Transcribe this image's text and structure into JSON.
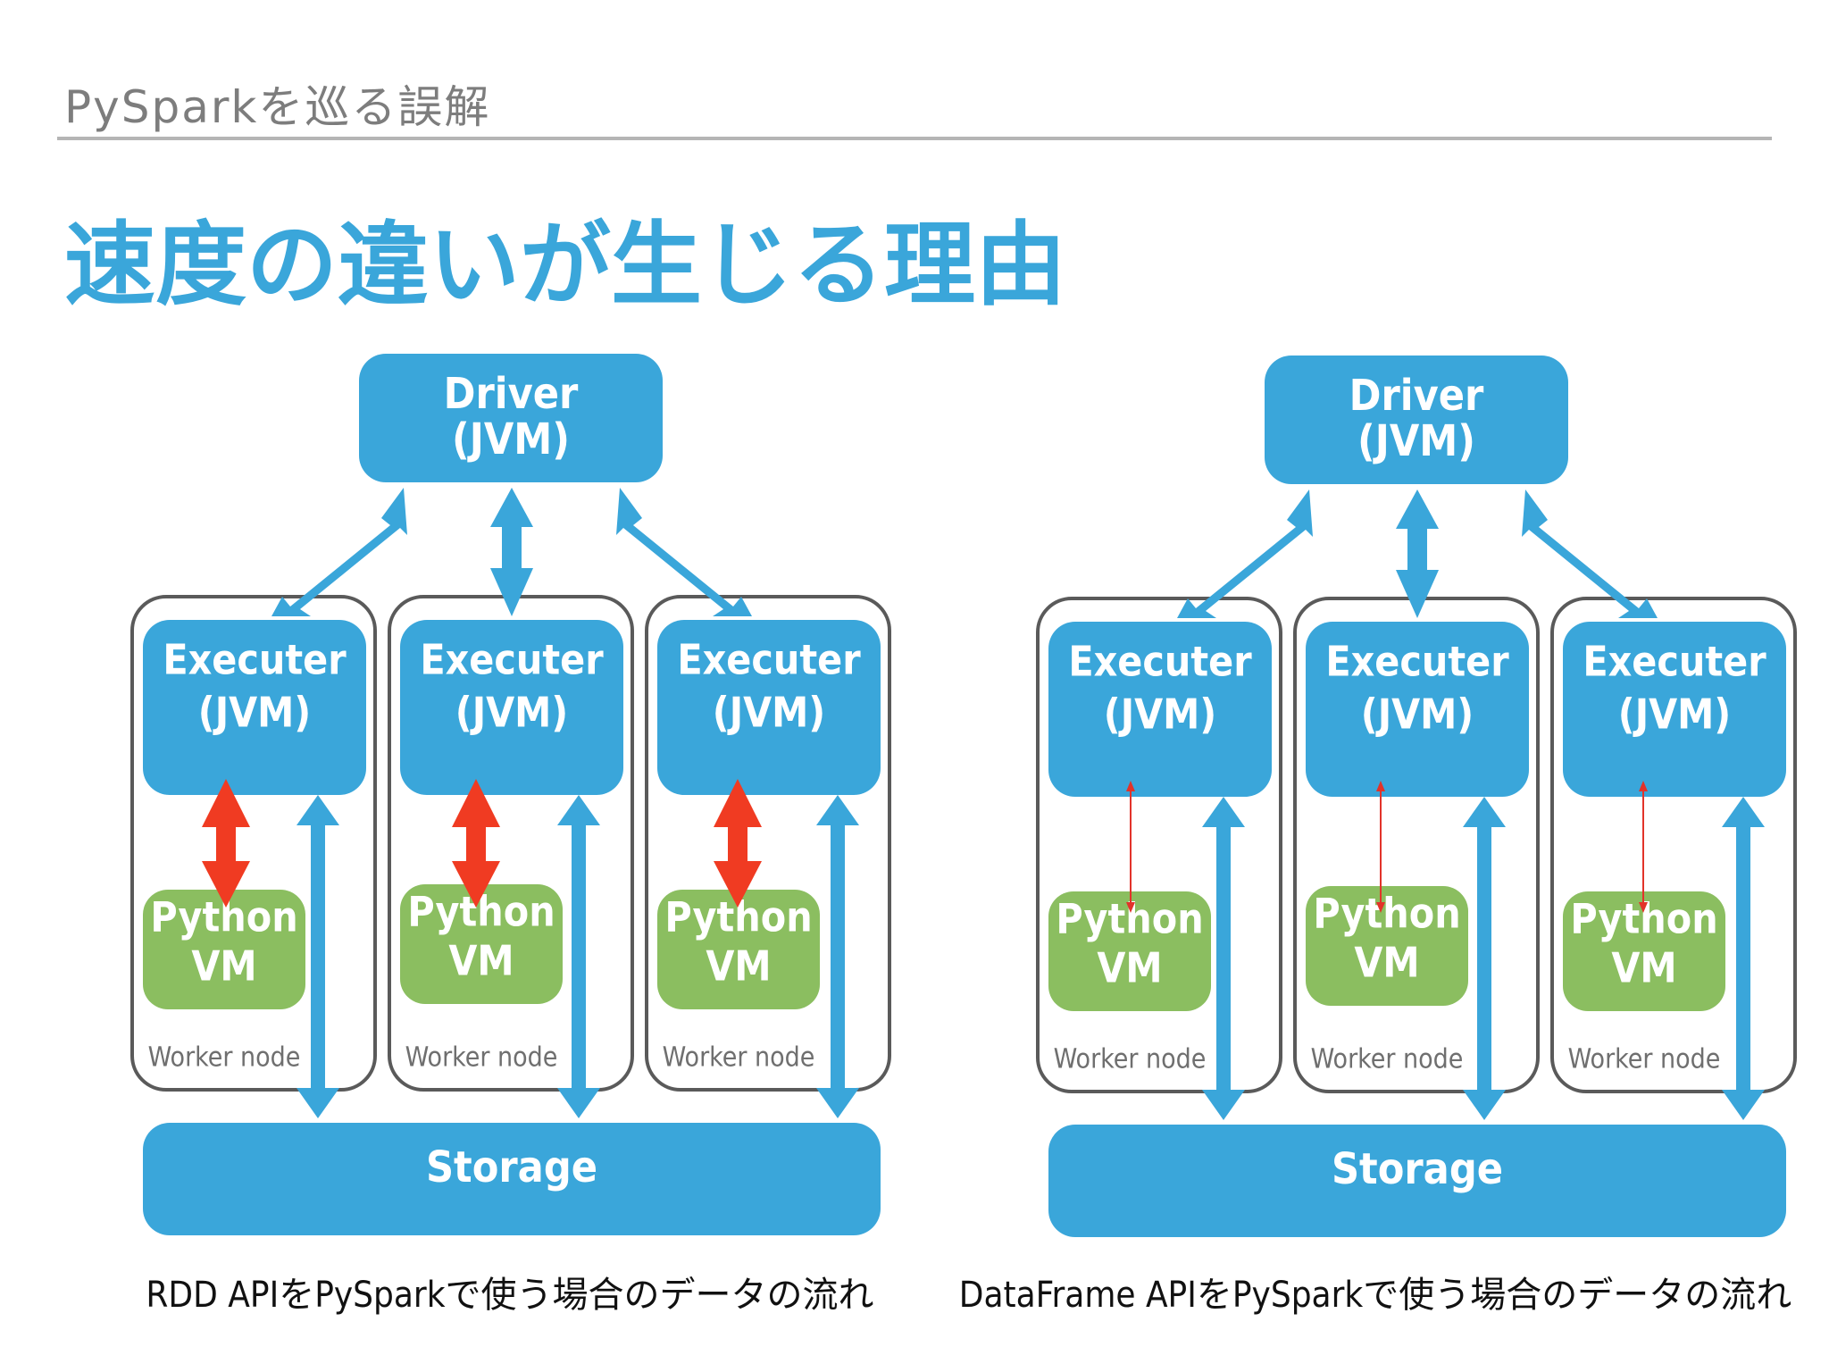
{
  "header": {
    "breadcrumb": "PySparkを巡る誤解",
    "title": "速度の違いが生じる理由"
  },
  "colors": {
    "jvm_box": "#3aa6da",
    "python_box": "#8bbe60",
    "heavy_transfer_arrow": "#f03b22",
    "light_transfer_arrow": "#e2332a",
    "worker_border": "#5a5a5a",
    "worker_label": "#6f6f6f",
    "title": "#3aa6da",
    "caption": "#111111"
  },
  "icons": {
    "bidirectional_arrow": "double-headed-arrow",
    "jvm_python_transfer": "double-headed-arrow"
  },
  "diagrams": [
    {
      "id": "rdd",
      "driver": {
        "line1": "Driver",
        "line2": "(JVM)"
      },
      "workers": [
        {
          "executor": {
            "line1": "Executer",
            "line2": "(JVM)"
          },
          "python": {
            "line1": "Python",
            "line2": "VM"
          },
          "label": "Worker node"
        },
        {
          "executor": {
            "line1": "Executer",
            "line2": "(JVM)"
          },
          "python": {
            "line1": "Python",
            "line2": "VM"
          },
          "label": "Worker node"
        },
        {
          "executor": {
            "line1": "Executer",
            "line2": "(JVM)"
          },
          "python": {
            "line1": "Python",
            "line2": "VM"
          },
          "label": "Worker node"
        }
      ],
      "jvm_python_transfer": "heavy",
      "storage": {
        "label": "Storage"
      },
      "caption": "RDD APIをPySparkで使う場合のデータの流れ"
    },
    {
      "id": "dataframe",
      "driver": {
        "line1": "Driver",
        "line2": "(JVM)"
      },
      "workers": [
        {
          "executor": {
            "line1": "Executer",
            "line2": "(JVM)"
          },
          "python": {
            "line1": "Python",
            "line2": "VM"
          },
          "label": "Worker node"
        },
        {
          "executor": {
            "line1": "Executer",
            "line2": "(JVM)"
          },
          "python": {
            "line1": "Python",
            "line2": "VM"
          },
          "label": "Worker node"
        },
        {
          "executor": {
            "line1": "Executer",
            "line2": "(JVM)"
          },
          "python": {
            "line1": "Python",
            "line2": "VM"
          },
          "label": "Worker node"
        }
      ],
      "jvm_python_transfer": "light",
      "storage": {
        "label": "Storage"
      },
      "caption": "DataFrame APIをPySparkで使う場合のデータの流れ"
    }
  ]
}
